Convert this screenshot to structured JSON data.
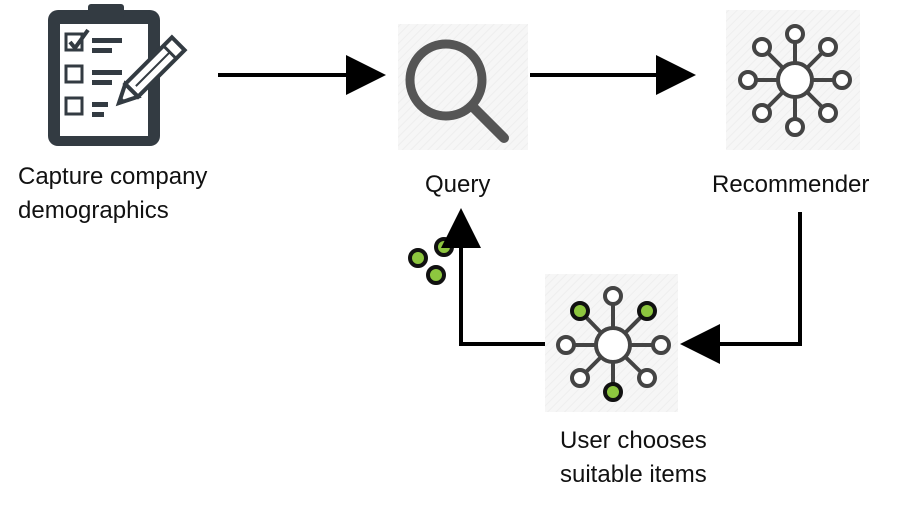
{
  "nodes": {
    "capture": {
      "label_line1": "Capture company",
      "label_line2": "demographics",
      "icon": "clipboard-checklist-icon"
    },
    "query": {
      "label": "Query",
      "icon": "magnifier-icon"
    },
    "recommender": {
      "label": "Recommender",
      "icon": "network-hub-icon"
    },
    "user_choice": {
      "label_line1": "User chooses",
      "label_line2": "suitable items",
      "icon": "network-hub-selected-icon"
    }
  },
  "decorations": {
    "selected_items_icon": "green-dots-icon"
  },
  "colors": {
    "icon_dark": "#333b42",
    "icon_gray": "#555555",
    "arrow": "#000000",
    "highlight_green": "#8dc63f",
    "icon_backdrop": "#f2f2f2"
  }
}
